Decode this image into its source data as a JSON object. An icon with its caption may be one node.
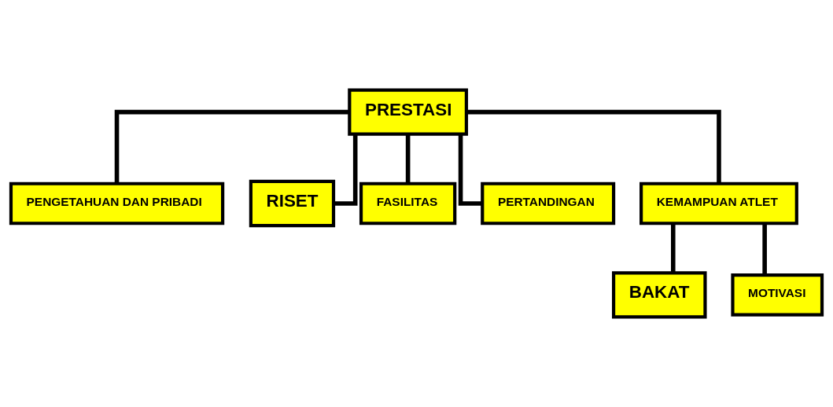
{
  "diagram": {
    "nodes": [
      {
        "text": [
          "PRESTASI"
        ]
      },
      {
        "text": [
          "PENGETAHUAN DAN PRIBADI"
        ]
      },
      {
        "text": [
          "RISET"
        ]
      },
      {
        "text": [
          "FASILITAS"
        ]
      },
      {
        "text": [
          "PERTANDINGAN"
        ]
      },
      {
        "text": [
          "KEMAMPUAN ATLET"
        ]
      },
      {
        "text": [
          "BAKAT"
        ]
      },
      {
        "text": [
          "MOTIVASI"
        ]
      }
    ],
    "edges": [
      {
        "from": 0,
        "to": 1,
        "arrow": "none"
      },
      {
        "from": 0,
        "to": 2,
        "arrow": "none"
      },
      {
        "from": 0,
        "to": 3,
        "arrow": "none"
      },
      {
        "from": 0,
        "to": 4,
        "arrow": "none"
      },
      {
        "from": 0,
        "to": 5,
        "arrow": "none"
      },
      {
        "from": 5,
        "to": 6,
        "arrow": "none"
      },
      {
        "from": 5,
        "to": 7,
        "arrow": "none"
      }
    ]
  }
}
